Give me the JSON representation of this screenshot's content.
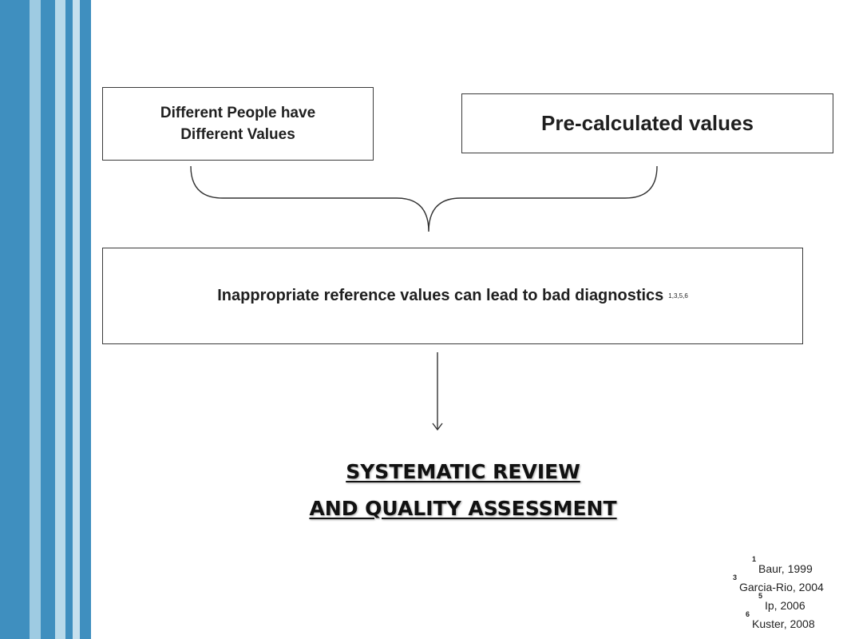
{
  "colors": {
    "stripe_dark": "#3f8fbf",
    "stripe_light": "#9ecbe2",
    "box_border": "#3a3a3a",
    "line": "#333333"
  },
  "boxes": {
    "people_line1": "Different People have",
    "people_line2": "Different Values",
    "precalc": "Pre-calculated values",
    "inappropriate": "Inappropriate reference values can lead to bad diagnostics",
    "inappropriate_refs": "1,3,5,6"
  },
  "headline": {
    "line1": "SYSTEMATIC REVIEW",
    "line2": "AND QUALITY ASSESSMENT"
  },
  "references": [
    {
      "num": "1",
      "text": "Baur, 1999"
    },
    {
      "num": "3",
      "text": "Garcia-Rio, 2004"
    },
    {
      "num": "5",
      "text": "Ip, 2006"
    },
    {
      "num": "6",
      "text": "Kuster, 2008"
    }
  ]
}
